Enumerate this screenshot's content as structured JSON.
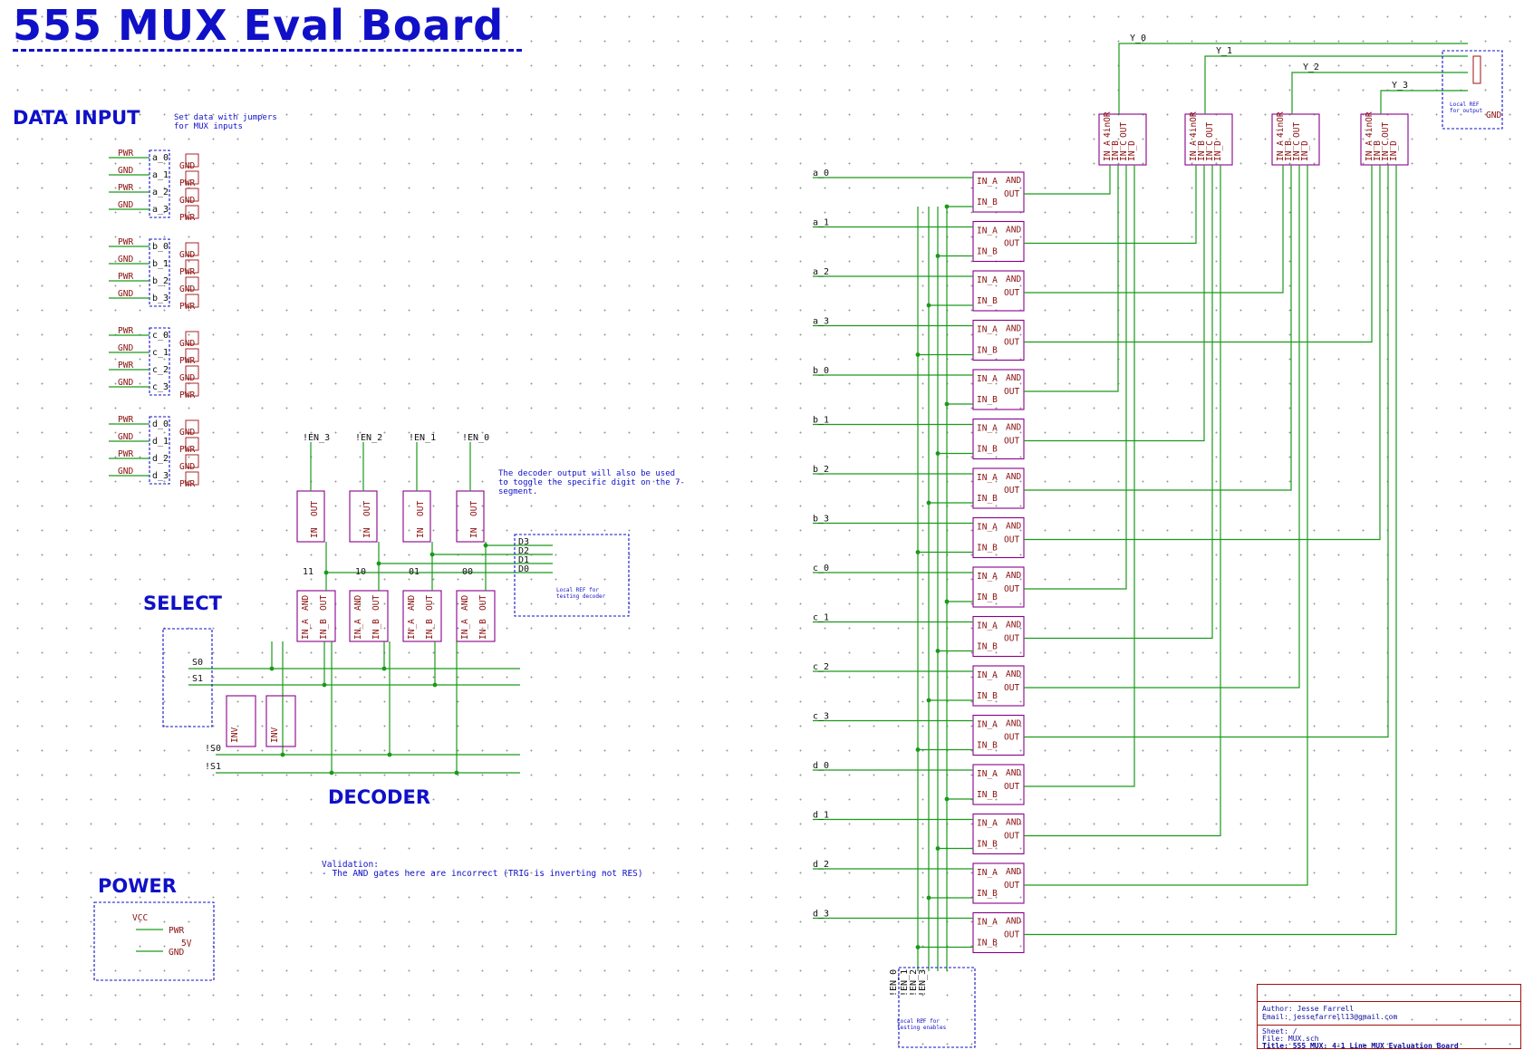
{
  "title": "555 MUX Eval Board",
  "sections": {
    "data_input": "DATA INPUT",
    "select": "SELECT",
    "decoder": "DECODER",
    "power": "POWER"
  },
  "notes": {
    "jumpers": "Set data with jumpers\nfor MUX inputs",
    "decoder_note": "The decoder output will also be used\nto toggle the specific digit on the 7-\nsegment.",
    "validation": "Validation:\n- The AND gates here are incorrect (TRIG is inverting not RES)",
    "local_ref_output": "Local REF\nfor output",
    "local_ref_decoder": "Local REF for\ntesting decoder",
    "local_ref_enables": "Local REF for\ntesting enables"
  },
  "nets": {
    "inputs": [
      "a_0",
      "a_1",
      "a_2",
      "a_3",
      "b_0",
      "b_1",
      "b_2",
      "b_3",
      "c_0",
      "c_1",
      "c_2",
      "c_3",
      "d_0",
      "d_1",
      "d_2",
      "d_3"
    ],
    "outputs": [
      "Y_0",
      "Y_1",
      "Y_2",
      "Y_3"
    ],
    "enables": [
      "!EN_3",
      "!EN_2",
      "!EN_1",
      "!EN_0"
    ],
    "decoder_out": [
      "D3",
      "D2",
      "D1",
      "D0"
    ],
    "decoder_in": [
      "11",
      "10",
      "01",
      "00"
    ],
    "select": [
      "S0",
      "S1",
      "!S0",
      "!S1"
    ]
  },
  "gate_labels": {
    "and": "AND",
    "or4": "4inOR",
    "inv": "INV",
    "in_a": "IN_A",
    "in_b": "IN_B",
    "in": "IN",
    "out": "OUT",
    "in_c": "IN_C",
    "in_d": "IN_D"
  },
  "power_labels": {
    "pwr": "PWR",
    "gnd": "GND",
    "vcc": "VCC",
    "v": "5V"
  },
  "title_block": {
    "author": "Author: Jesse Farrell",
    "email": "Email: jessefarrell13@gmail.com",
    "sheet": "Sheet: /",
    "file": "File: MUX.sch",
    "title": "Title: 555 MUX: 4-1 Line MUX Evaluation Board"
  },
  "colors": {
    "wire": "#1a9a1a",
    "part": "#8a008a",
    "text": "#1010c8",
    "pin": "#8a1010"
  }
}
